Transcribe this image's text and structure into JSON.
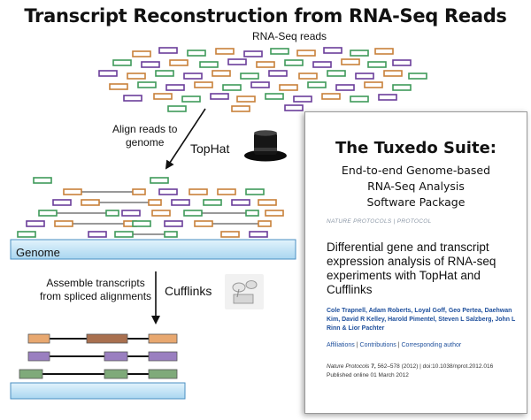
{
  "title": "Transcript Reconstruction from RNA-Seq Reads",
  "reads_label": "RNA-Seq reads",
  "align_label_1": "Align reads to",
  "align_label_2": "genome",
  "tophat_label": "TopHat",
  "genome_label": "Genome",
  "assemble_label_1": "Assemble transcripts",
  "assemble_label_2": "from spliced alignments",
  "cufflinks_label": "Cufflinks",
  "tuxedo": {
    "title": "The Tuxedo Suite:",
    "subtitle_1": "End-to-end Genome-based",
    "subtitle_2": "RNA-Seq Analysis",
    "subtitle_3": "Software Package",
    "journal": "NATURE PROTOCOLS",
    "journal_sep": "|",
    "section": "PROTOCOL",
    "article_title": "Differential gene and transcript expression analysis of RNA-seq experiments with TopHat and Cufflinks",
    "authors": "Cole Trapnell, Adam Roberts, Loyal Goff, Geo Pertea, Daehwan Kim, David R Kelley, Harold Pimentel, Steven L Salzberg, John L Rinn & Lior Pachter",
    "link_affiliations": "Affiliations",
    "link_contributions": "Contributions",
    "link_corresponding": "Corresponding author",
    "link_sep": "|",
    "citation_journal": "Nature Protocols",
    "citation_volume": "7,",
    "citation_rest": "562–578 (2012)  |  doi:10.1038/nprot.2012.016",
    "published": "Published online 01 March 2012"
  },
  "colors": {
    "read_orange": "#c8803a",
    "read_green": "#3f9a5a",
    "read_purple": "#6a3d9a",
    "exon_orange": "#e8a870",
    "exon_brown": "#a9704f",
    "exon_purple": "#9a7fc0",
    "exon_green": "#7faa7a",
    "genome_bar": "#bfe1f5",
    "genome_border": "#4a8fc2"
  }
}
